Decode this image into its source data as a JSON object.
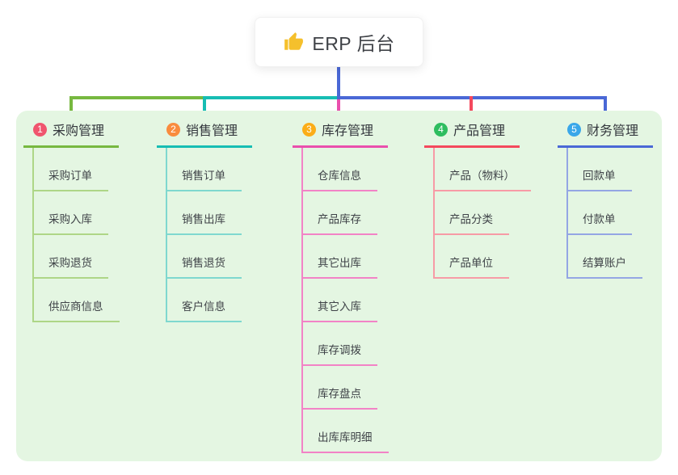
{
  "root": {
    "title": "ERP 后台",
    "icon": "thumbs-up-icon"
  },
  "branches": [
    {
      "badge": "1",
      "label": "采购管理",
      "color": "#77b840",
      "light": "#aed687",
      "badge_color": "#f0556e",
      "items": [
        "采购订单",
        "采购入库",
        "采购退货",
        "供应商信息"
      ]
    },
    {
      "badge": "2",
      "label": "销售管理",
      "color": "#17bdb3",
      "light": "#7fd8cf",
      "badge_color": "#f98c3e",
      "items": [
        "销售订单",
        "销售出库",
        "销售退货",
        "客户信息"
      ]
    },
    {
      "badge": "3",
      "label": "库存管理",
      "color": "#ea4fad",
      "light": "#f283c6",
      "badge_color": "#fbad18",
      "items": [
        "仓库信息",
        "产品库存",
        "其它出库",
        "其它入库",
        "库存调拨",
        "库存盘点",
        "出库库明细"
      ]
    },
    {
      "badge": "4",
      "label": "产品管理",
      "color": "#f4495d",
      "light": "#f79ba6",
      "badge_color": "#2ebd5f",
      "items": [
        "产品（物料）",
        "产品分类",
        "产品单位"
      ]
    },
    {
      "badge": "5",
      "label": "财务管理",
      "color": "#4a68d6",
      "light": "#94a6e4",
      "badge_color": "#3aa7e9",
      "items": [
        "回款单",
        "付款单",
        "结算账户"
      ]
    }
  ],
  "colors": {
    "panel": "#e4f6e2",
    "stem": "#4a68d6",
    "thumb": "#f5c02c",
    "background": "#ffffff"
  }
}
